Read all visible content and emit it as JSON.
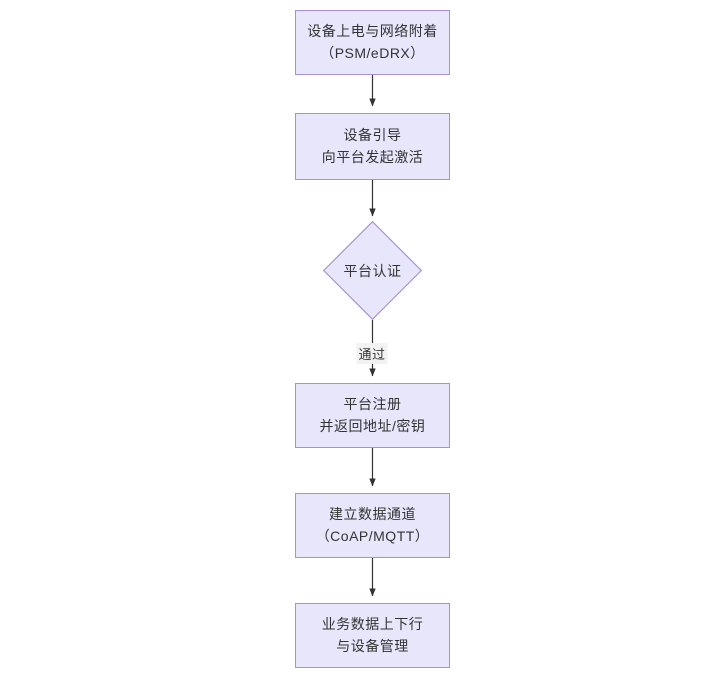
{
  "diagram": {
    "type": "flowchart",
    "orientation": "top-to-bottom",
    "title_text": "",
    "colors": {
      "node_fill": "#e8e6fb",
      "node_border": "#a98fd8",
      "node_text": "#333333",
      "connector": "#333333",
      "background": "#ffffff",
      "edge_label_background": "#f2f2f2"
    },
    "nodes": [
      {
        "id": "power-on",
        "shape": "rectangle",
        "line1": "设备上电与网络附着",
        "line2": "（PSM/eDRX）"
      },
      {
        "id": "bootstrap",
        "shape": "rectangle",
        "line1": "设备引导",
        "line2": "向平台发起激活"
      },
      {
        "id": "platform-auth",
        "shape": "diamond",
        "line1": "平台认证",
        "line2": ""
      },
      {
        "id": "platform-register",
        "shape": "rectangle",
        "line1": "平台注册",
        "line2": "并返回地址/密钥"
      },
      {
        "id": "data-channel",
        "shape": "rectangle",
        "line1": "建立数据通道",
        "line2": "（CoAP/MQTT）"
      },
      {
        "id": "business-data",
        "shape": "rectangle",
        "line1": "业务数据上下行",
        "line2": "与设备管理"
      }
    ],
    "edges": [
      {
        "id": "e1",
        "from": "power-on",
        "to": "bootstrap",
        "label": ""
      },
      {
        "id": "e2",
        "from": "bootstrap",
        "to": "platform-auth",
        "label": ""
      },
      {
        "id": "e3",
        "from": "platform-auth",
        "to": "platform-register",
        "label": "通过"
      },
      {
        "id": "e4",
        "from": "platform-register",
        "to": "data-channel",
        "label": ""
      },
      {
        "id": "e5",
        "from": "data-channel",
        "to": "business-data",
        "label": ""
      }
    ]
  }
}
